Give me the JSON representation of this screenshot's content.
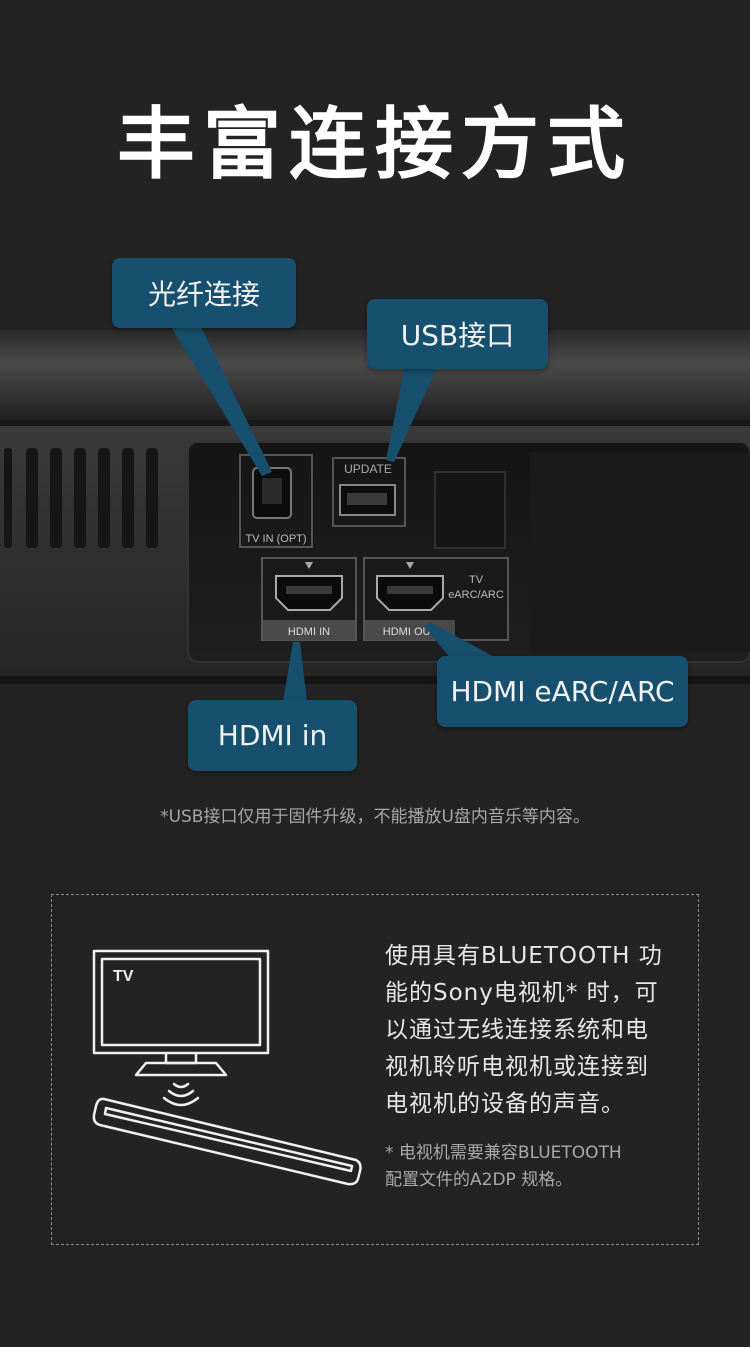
{
  "page": {
    "title": "丰富连接方式"
  },
  "callouts": {
    "optical": "光纤连接",
    "usb": "USB接口",
    "hdmi_in": "HDMI in",
    "hdmi_earc": "HDMI eARC/ARC"
  },
  "panel_labels": {
    "tv_in_opt": "TV IN (OPT)",
    "update": "UPDATE",
    "hdmi_in": "HDMI IN",
    "hdmi_out": "HDMI OUT",
    "tv": "TV",
    "earc_arc": "eARC/ARC"
  },
  "note": "*USB接口仅用于固件升级，不能播放U盘内音乐等内容。",
  "bluetooth": {
    "tv_label": "TV",
    "lines": [
      "使用具有BLUETOOTH 功",
      "能的Sony电视机* 时，可",
      "以通过无线连接系统和电",
      "视机聆听电视机或连接到",
      "电视机的设备的声音。"
    ],
    "fine_lines": [
      "* 电视机需要兼容BLUETOOTH",
      "配置文件的A2DP 规格。"
    ]
  },
  "colors": {
    "background": "#232323",
    "callout": "#16506e",
    "note_text": "#a7a7a7"
  }
}
